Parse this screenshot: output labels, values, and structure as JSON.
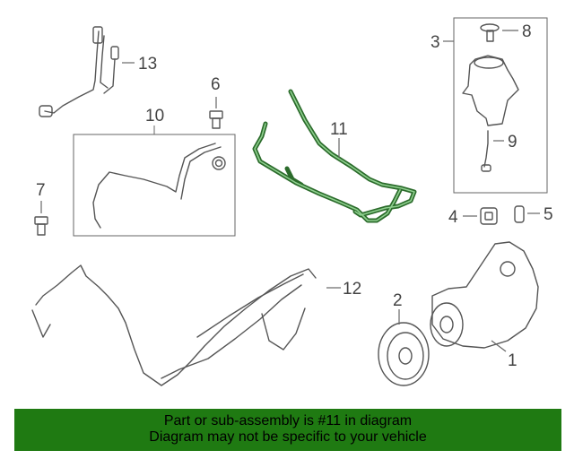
{
  "callouts": {
    "c1": "1",
    "c2": "2",
    "c3": "3",
    "c4": "4",
    "c5": "5",
    "c6": "6",
    "c7": "7",
    "c8": "8",
    "c9": "9",
    "c10": "10",
    "c11": "11",
    "c12": "12",
    "c13": "13"
  },
  "highlight_part": "11",
  "colors": {
    "highlight_hose": "#2b6b2b",
    "banner_background": "#1f7a12",
    "line_art": "#555555"
  },
  "banner": {
    "line1": "Part or sub-assembly is #11 in diagram",
    "line2": "Diagram may not be specific to your vehicle"
  }
}
